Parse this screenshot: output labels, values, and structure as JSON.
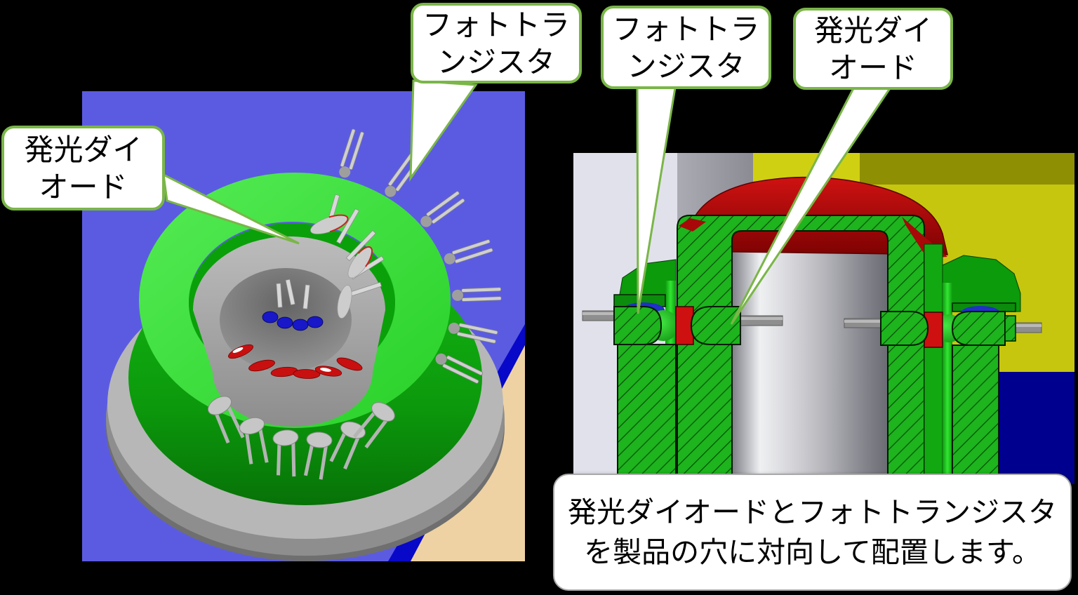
{
  "diagram": {
    "callouts": {
      "border_color": "#7ab648",
      "fill_color": "#ffffff",
      "text_color": "#000000",
      "led_left": {
        "line1": "発光ダイ",
        "line2": "オード"
      },
      "phototransistor_left": {
        "line1": "フォトトラ",
        "line2": "ンジスタ"
      },
      "phototransistor_right": {
        "line1": "フォトトラ",
        "line2": "ンジスタ"
      },
      "led_right": {
        "line1": "発光ダイ",
        "line2": "オード"
      }
    },
    "caption": {
      "line1": "発光ダイオードとフォトトランジスタ",
      "line2": "を製品の穴に対向して配置します。",
      "background": "#ffffff",
      "border_color": "#a9a9a9",
      "text_color": "#000000"
    },
    "views": {
      "left_top_view": {
        "background_blue": "#5b5be2",
        "table_tan": "#eed2a4",
        "stripe_navy": "#0808c8",
        "ring_green": "#3be23b",
        "skirt_green": "#0aa30a",
        "base_gray": "#b7b7b7",
        "led_window_red": "#c81010",
        "pin_gray": "#d6d6d6",
        "led_body_blue": "#1818c8"
      },
      "right_section_view": {
        "background_lavender": "#e1e1ec",
        "background_column_gray": "#9b9ba3",
        "background_yellow": "#c6c60f",
        "background_olive": "#8f8f04",
        "background_navy": "#00008f",
        "fixture_green": "#1db41d",
        "bright_green": "#2ee22e",
        "product_red": "#c51010",
        "core_gray": "#c8c8cc",
        "pin_gray": "#8e8e8e"
      }
    }
  }
}
